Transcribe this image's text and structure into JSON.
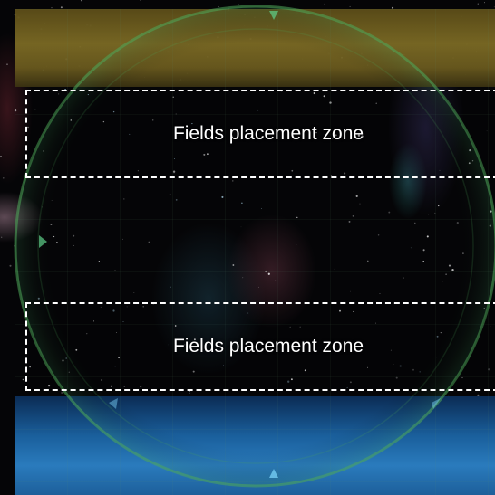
{
  "board": {
    "zones": [
      {
        "id": "top",
        "label": "Fields placement zone"
      },
      {
        "id": "bottom",
        "label": "Fields placement zone"
      }
    ],
    "player_bands": [
      {
        "id": "top",
        "color": "#7b6a24"
      },
      {
        "id": "bottom",
        "color": "#2a7bbd"
      }
    ],
    "ring_color": "#4fa85a",
    "tokens": [
      {
        "color": "orange"
      },
      {
        "color": "blue"
      },
      {
        "color": "orange"
      },
      {
        "color": "blue"
      },
      {
        "color": "orange"
      },
      {
        "color": "blue"
      },
      {
        "color": "orange"
      },
      {
        "color": "blue"
      },
      {
        "color": "blue"
      },
      {
        "color": "orange"
      }
    ]
  },
  "colors": {
    "orange_token": "#f0a23a",
    "blue_token": "#4cbbe8",
    "zone_border": "#ffffff"
  }
}
